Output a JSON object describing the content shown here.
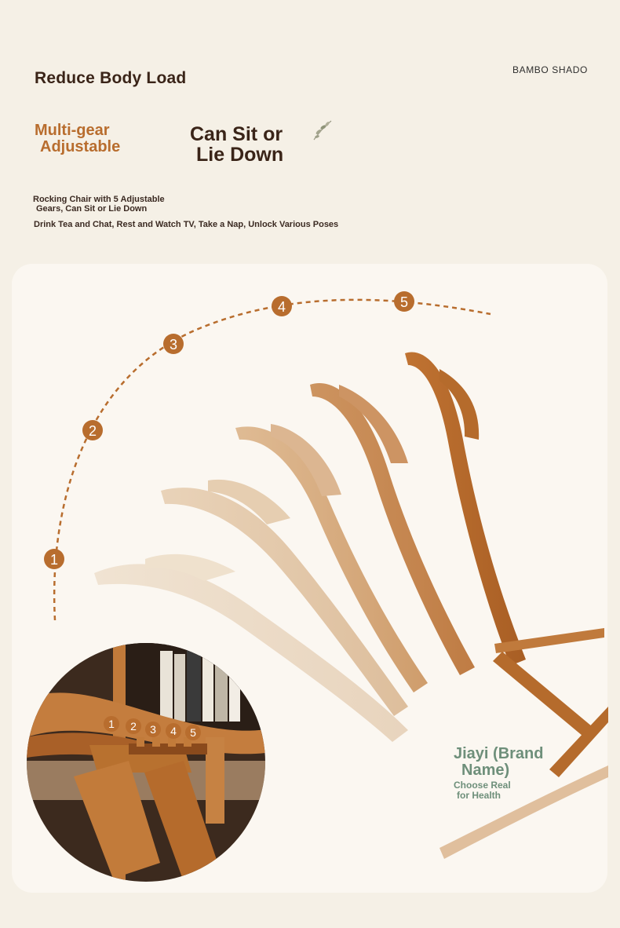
{
  "header": {
    "headline": "Reduce Body Load",
    "brand": "BAMBO SHADO"
  },
  "features": {
    "adjustable": {
      "line1": "Multi-gear",
      "line2": "Adjustable"
    },
    "sit_lie": {
      "line1": "Can Sit or",
      "line2": "Lie Down"
    }
  },
  "description": {
    "line1": "Rocking Chair with 5 Adjustable",
    "line2": "Gears, Can Sit or Lie Down",
    "line3": "Drink Tea and Chat, Rest and Watch TV, Take a Nap, Unlock Various Poses"
  },
  "gears": {
    "arc_labels": [
      "1",
      "2",
      "3",
      "4",
      "5"
    ],
    "detail_labels": [
      "1",
      "2",
      "3",
      "4",
      "5"
    ]
  },
  "watermark": {
    "title_line1": "Jiayi (Brand",
    "title_line2": "Name)",
    "sub_line1": "Choose Real",
    "sub_line2": "for Health"
  },
  "colors": {
    "accent_orange": "#b86d2e",
    "dark_brown": "#3a2418",
    "bamboo": "#b56b2c",
    "background": "#f5f0e6"
  }
}
